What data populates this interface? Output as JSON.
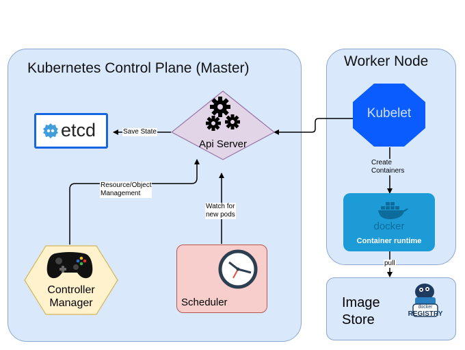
{
  "control_plane": {
    "title": "Kubernetes Control Plane (Master)"
  },
  "worker": {
    "title": "Worker Node"
  },
  "etcd": {
    "label": "etcd"
  },
  "api_server": {
    "label": "Api Server"
  },
  "controller_manager": {
    "label_line1": "Controller",
    "label_line2": "Manager"
  },
  "scheduler": {
    "label": "Scheduler"
  },
  "kubelet": {
    "label": "Kubelet"
  },
  "docker": {
    "logo_text": "docker",
    "label": "Container runtime"
  },
  "image_store": {
    "label_line1": "Image",
    "label_line2": "Store",
    "registry_text": "REGISTRY",
    "registry_small": "docker"
  },
  "edges": {
    "save_state": "Save State",
    "resource_line1": "Resource/Object",
    "resource_line2": "Management",
    "watch_line1": "Watch for",
    "watch_line2": "new pods",
    "create_line1": "Create",
    "create_line2": "Containers",
    "pull": "pull"
  },
  "colors": {
    "panel_fill": "#dae8fc",
    "api_fill": "#e1d5e7",
    "controller_fill": "#fff2cc",
    "scheduler_fill": "#f8cecc",
    "kubelet_fill": "#0b5cff",
    "docker_fill": "#1d9bd7",
    "etcd_blue": "#419eda"
  }
}
